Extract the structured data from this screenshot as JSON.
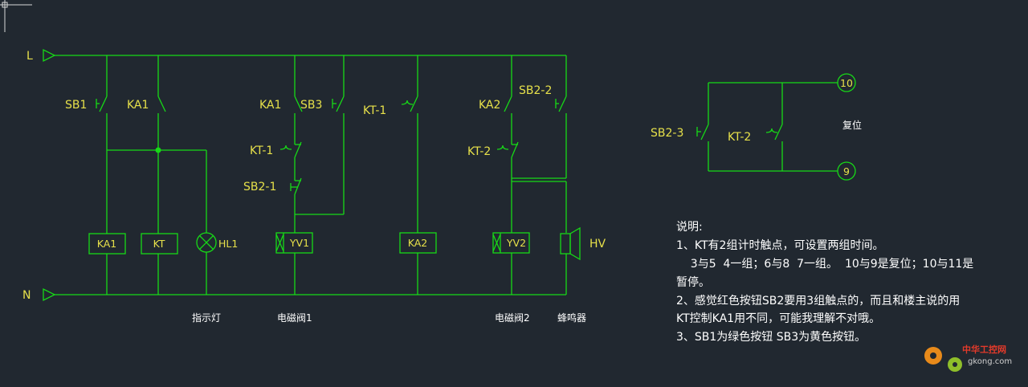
{
  "rails": {
    "live": "L",
    "neutral": "N"
  },
  "contacts": {
    "sb1": "SB1",
    "ka1_a": "KA1",
    "ka1_b": "KA1",
    "sb3": "SB3",
    "kt_1a": "KT-1",
    "kt_1b": "KT-1",
    "sb2_1": "SB2-1",
    "ka2": "KA2",
    "sb2_2": "SB2-2",
    "kt_2a": "KT-2",
    "sb2_3": "SB2-3",
    "kt_2b": "KT-2"
  },
  "coils": {
    "ka1": "KA1",
    "kt": "KT",
    "hl1": "HL1",
    "yv1": "YV1",
    "ka2": "KA2",
    "yv2": "YV2",
    "hv": "HV"
  },
  "captions": {
    "indicator": "指示灯",
    "valve1": "电磁阀1",
    "valve2": "电磁阀2",
    "buzzer": "蜂鸣器"
  },
  "reset": {
    "terminal_top": "10",
    "terminal_bottom": "9",
    "label": "复位"
  },
  "notes": {
    "title": "说明:",
    "lines": [
      "1、KT有2组计时触点，可设置两组时间。",
      "    3与5  4一组；6与8  7一组。  10与9是复位；10与11是",
      "暂停。",
      "2、感觉红色按钮SB2要用3组触点的，而且和楼主说的用",
      "KT控制KA1用不同，可能我理解不对哦。",
      "3、SB1为绿色按钮  SB3为黄色按钮。"
    ]
  },
  "watermark": {
    "brand": "中华工控网",
    "domain": "gkong.com"
  }
}
